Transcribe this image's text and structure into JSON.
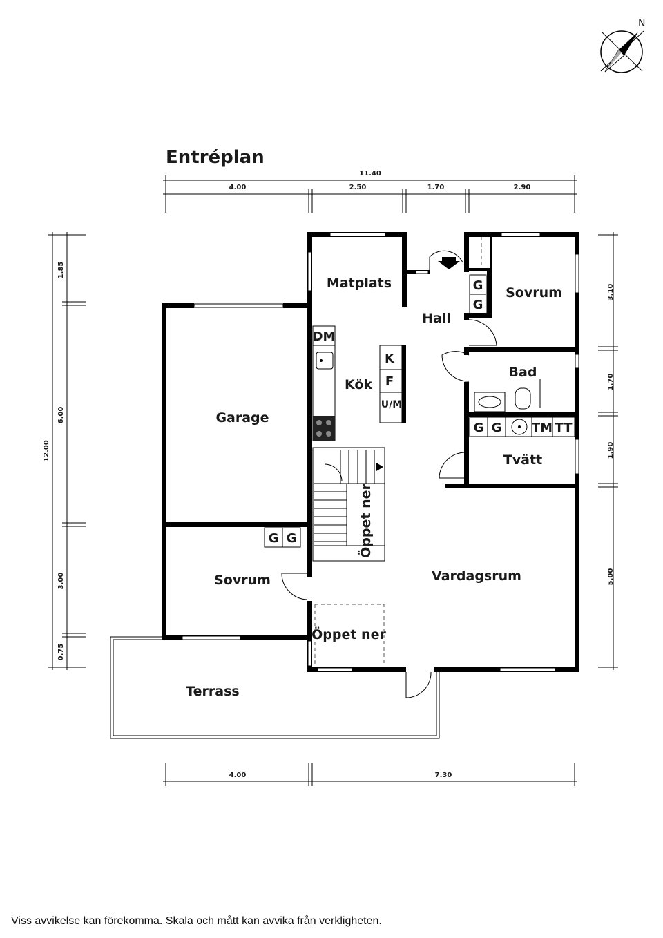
{
  "plan": {
    "title": "Entréplan",
    "north": "N",
    "rooms": {
      "matplats": "Matplats",
      "hall": "Hall",
      "sovrum_top": "Sovrum",
      "kok": "Kök",
      "bad": "Bad",
      "garage": "Garage",
      "tvatt": "Tvätt",
      "oppet_ner_stair": "Öppet ner",
      "sovrum_bottom": "Sovrum",
      "vardagsrum": "Vardagsrum",
      "oppet_ner_lower": "Öppet ner",
      "terrass": "Terrass"
    },
    "fixtures": {
      "dm": "DM",
      "k": "K",
      "f": "F",
      "um": "U/M",
      "g": "G",
      "tm": "TM",
      "tt": "TT"
    },
    "dimensions": {
      "top_total": "11.40",
      "top_1": "4.00",
      "top_2": "2.50",
      "top_3": "1.70",
      "top_4": "2.90",
      "bottom_1": "4.00",
      "bottom_2": "7.30",
      "left_total": "12.00",
      "left_1": "1.85",
      "left_2": "6.00",
      "left_3": "3.00",
      "left_4": "0.75",
      "right_1": "3.10",
      "right_2": "1.70",
      "right_3": "1.90",
      "right_4": "5.00"
    }
  },
  "footer": {
    "disclaimer": "Viss avvikelse kan förekomma. Skala och mått kan avvika från verkligheten."
  }
}
